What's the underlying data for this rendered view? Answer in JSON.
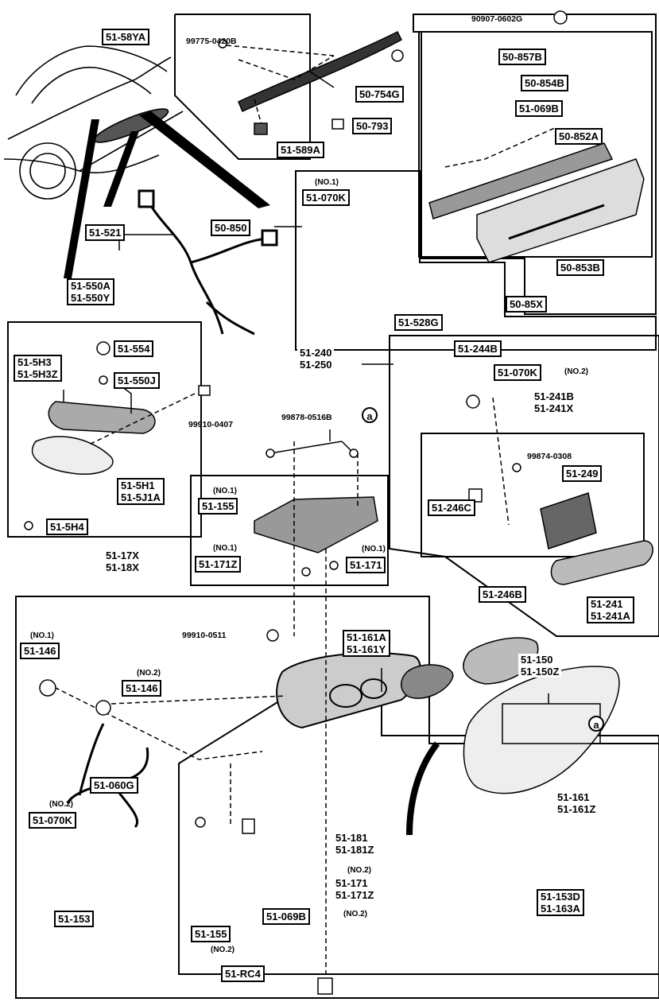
{
  "labels": {
    "l_51_58YA": "51-58YA",
    "l_50_754G": "50-754G",
    "l_50_793": "50-793",
    "l_51_589A": "51-589A",
    "l_50_857B": "50-857B",
    "l_50_854B": "50-854B",
    "l_51_069B_top": "51-069B",
    "l_50_852A": "50-852A",
    "l_50_853B": "50-853B",
    "l_50_85X": "50-85X",
    "l_51_070K_top": "51-070K",
    "l_51_528G": "51-528G",
    "l_50_850": "50-850",
    "l_51_521": "51-521",
    "l_51_550A": "51-550A\n51-550Y",
    "l_51_554": "51-554",
    "l_51_5H3": "51-5H3\n51-5H3Z",
    "l_51_550J": "51-550J",
    "l_51_5H1": "51-5H1\n51-5J1A",
    "l_51_5H4": "51-5H4",
    "l_51_240": "51-240\n51-250",
    "l_51_244B": "51-244B",
    "l_51_070K_no2": "51-070K",
    "l_51_241B": "51-241B\n51-241X",
    "l_51_249": "51-249",
    "l_51_246C": "51-246C",
    "l_51_246B": "51-246B",
    "l_51_241": "51-241\n51-241A",
    "l_51_155_top": "51-155",
    "l_51_17X": "51-17X\n51-18X",
    "l_51_171Z": "51-171Z",
    "l_51_171": "51-171",
    "l_51_161A": "51-161A\n51-161Y",
    "l_51_146_no1": "51-146",
    "l_51_146_no2": "51-146",
    "l_51_150": "51-150\n51-150Z",
    "l_51_060G": "51-060G",
    "l_51_070K_bot": "51-070K",
    "l_51_161": "51-161\n51-161Z",
    "l_51_181": "51-181\n51-181Z",
    "l_51_171_bot": "51-171\n51-171Z",
    "l_51_153D": "51-153D\n51-163A",
    "l_51_153": "51-153",
    "l_51_155_bot": "51-155",
    "l_51_069B_bot": "51-069B",
    "l_51_RC4": "51-RC4"
  },
  "texts": {
    "p_99775": "99775-0420B",
    "p_90907": "90907-0602G",
    "p_99910_0407": "99910-0407",
    "p_99878": "99878-0516B",
    "p_99874": "99874-0308",
    "p_99910_0511": "99910-0511",
    "no1_070K": "(NO.1)",
    "no2_070K": "(NO.2)",
    "no1_155": "(NO.1)",
    "no1_171Z": "(NO.1)",
    "no1_171": "(NO.1)",
    "no1_146": "(NO.1)",
    "no2_146": "(NO.2)",
    "no2_070K_bot": "(NO.2)",
    "no2_181": "(NO.2)",
    "no2_171": "(NO.2)",
    "no2_155": "(NO.2)"
  },
  "circles": {
    "a_top": "a",
    "a_bot": "a"
  }
}
